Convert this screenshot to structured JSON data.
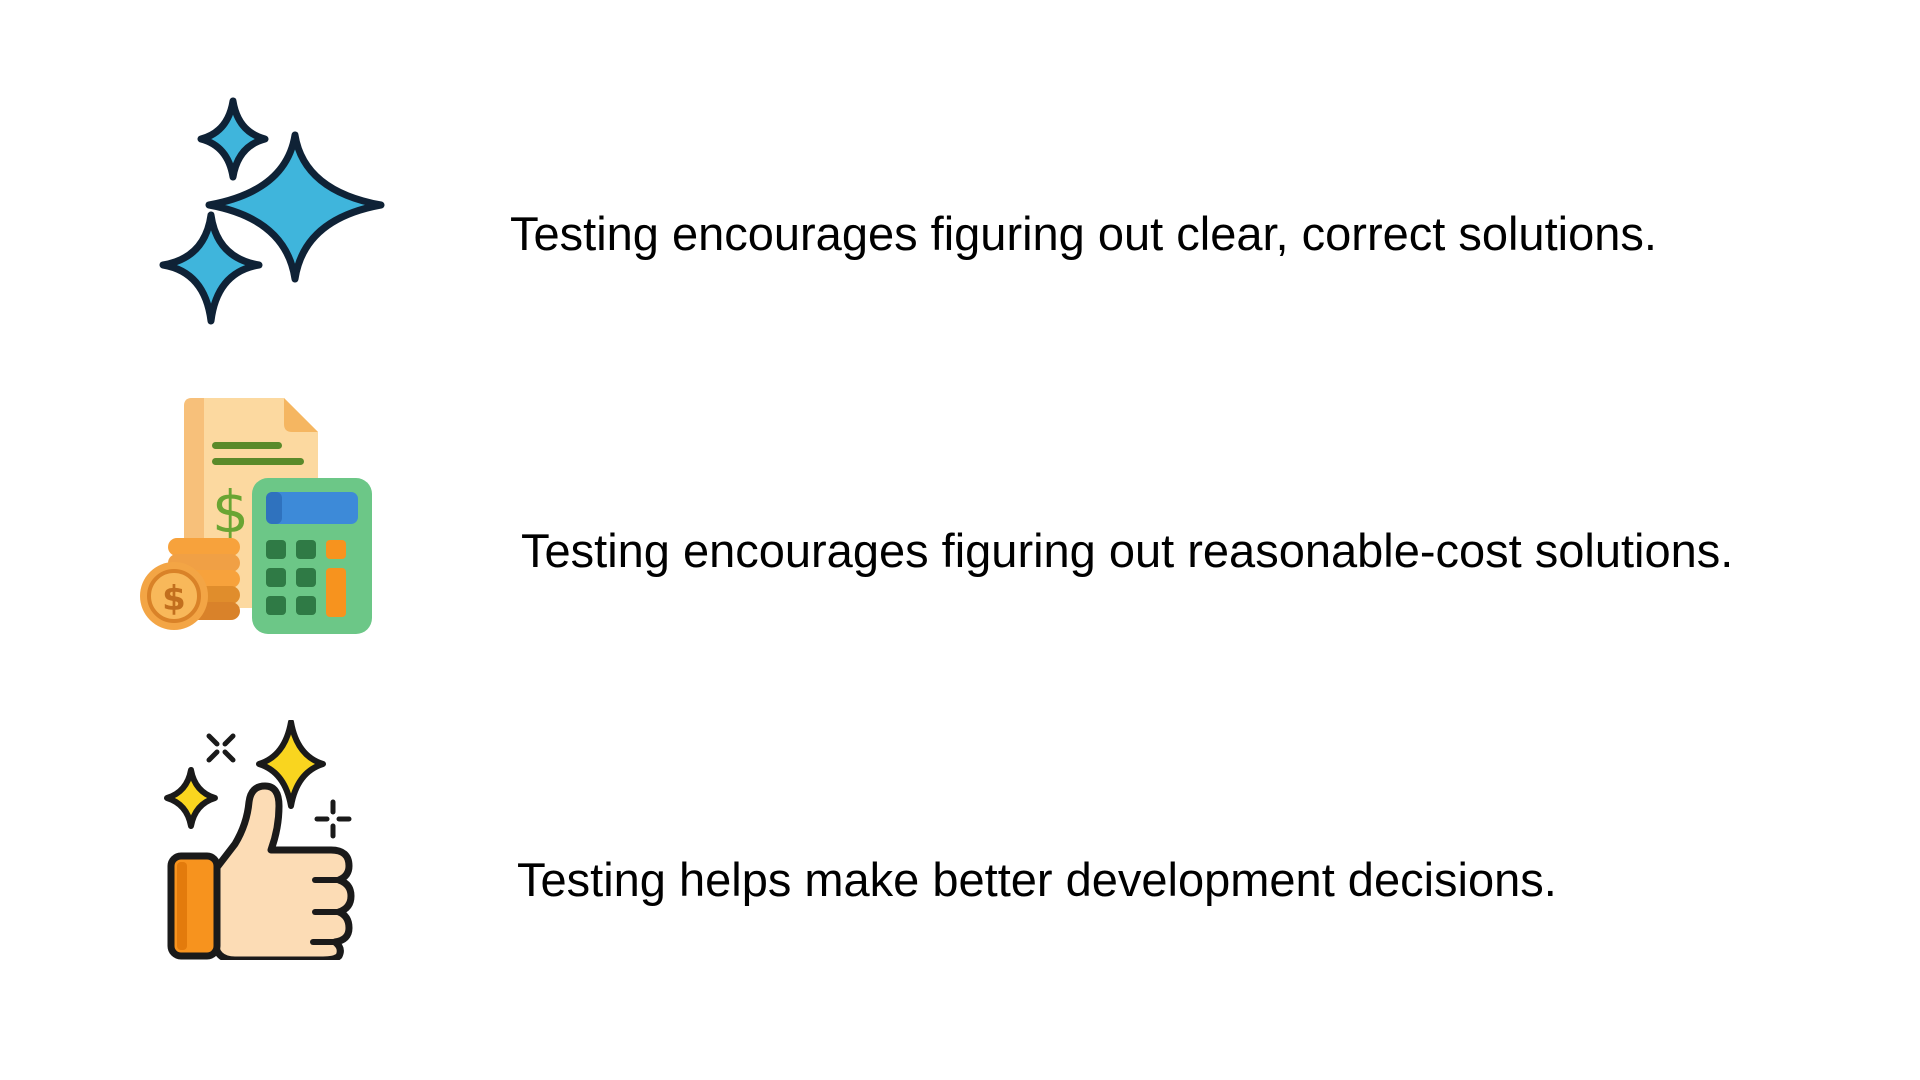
{
  "slide": {
    "points": [
      {
        "icon": "sparkles-icon",
        "text": "Testing encourages figuring out clear, correct solutions."
      },
      {
        "icon": "budget-calculator-icon",
        "text": "Testing encourages figuring out reasonable-cost solutions."
      },
      {
        "icon": "thumbs-up-icon",
        "text": "Testing helps make better development decisions."
      }
    ]
  },
  "colors": {
    "text": "#000000",
    "background": "#ffffff",
    "sparkle_blue": "#3fb5dc",
    "outline_navy": "#0f2236",
    "paper_peach": "#fcd9a0",
    "calculator_green": "#6cc787",
    "coin_orange": "#f0a045",
    "thumb_skin": "#fcdcb5",
    "cuff_orange": "#f7931e",
    "star_yellow": "#f9d51f"
  }
}
